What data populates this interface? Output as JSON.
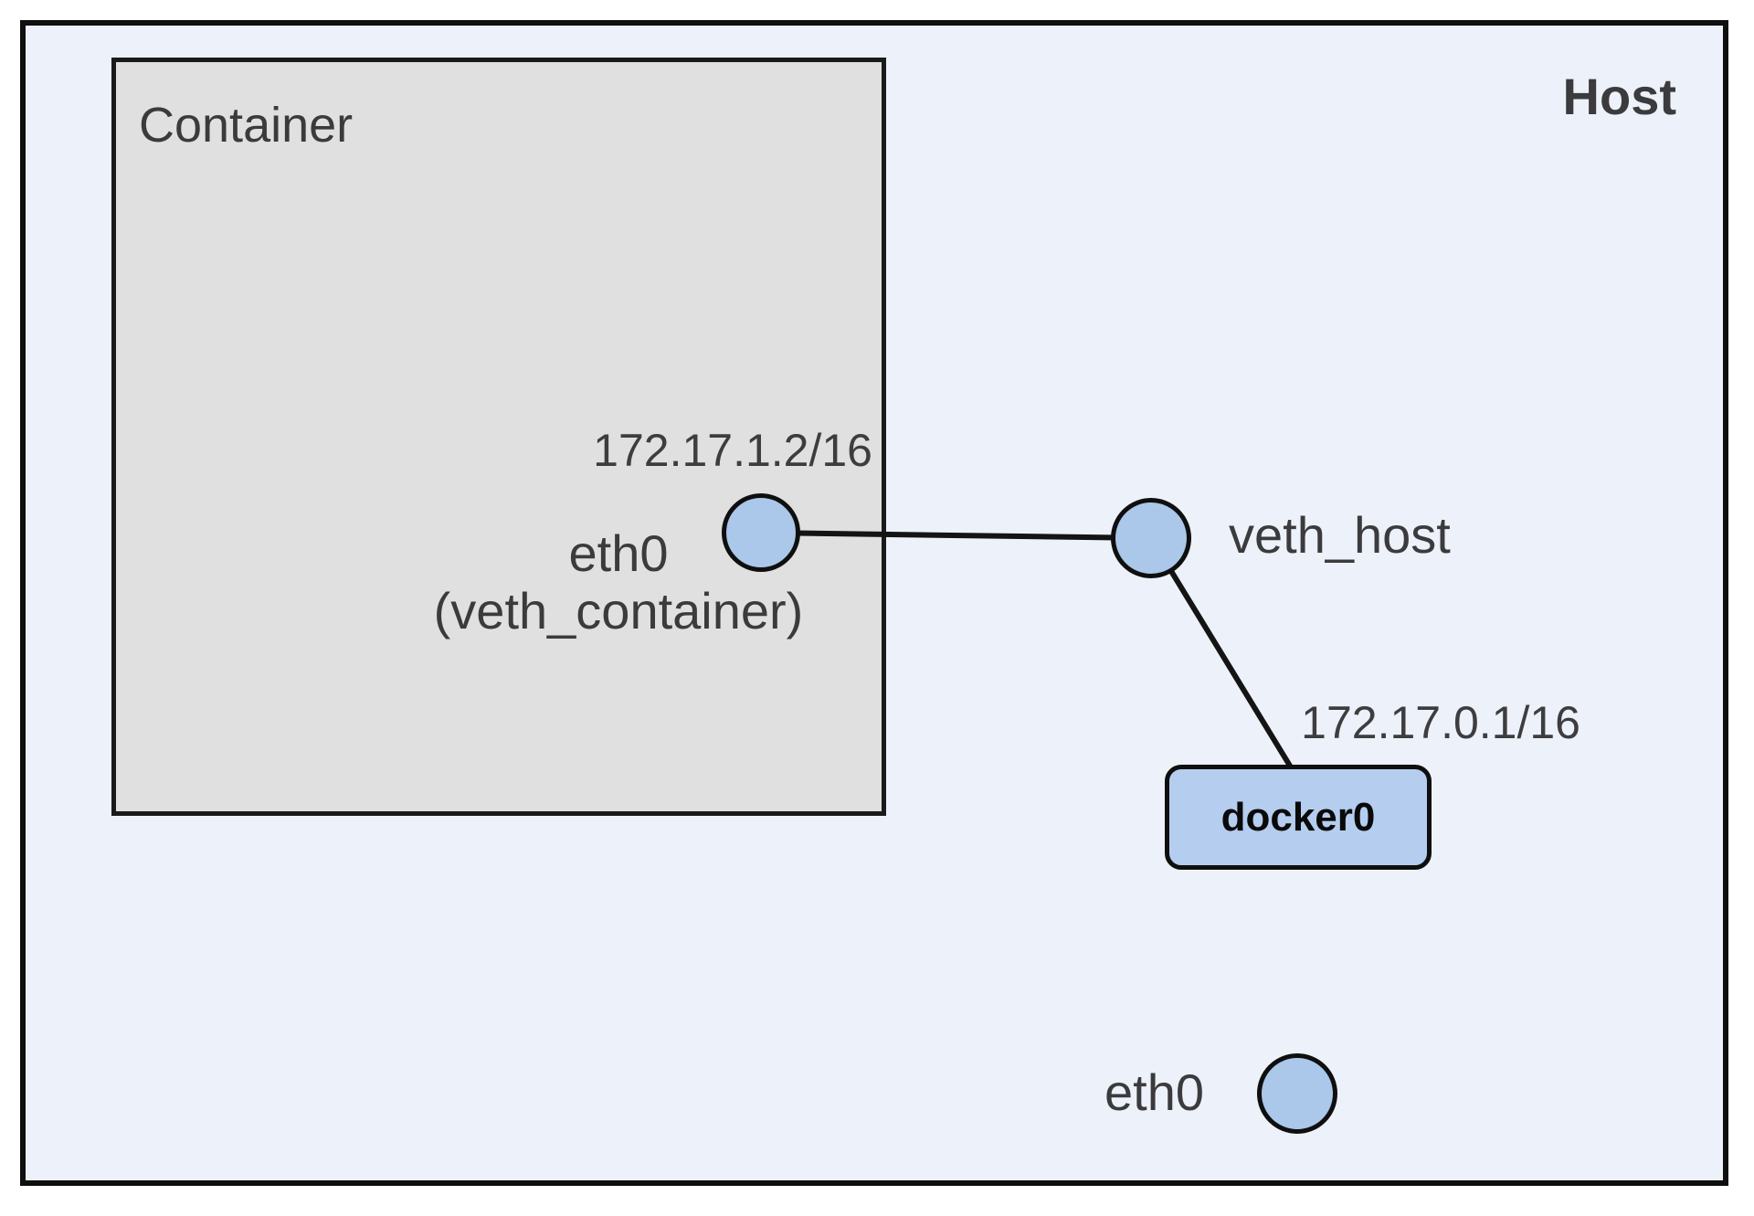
{
  "diagram": {
    "host": {
      "label": "Host"
    },
    "container": {
      "label": "Container"
    },
    "nodes": {
      "veth_container": {
        "label": "eth0",
        "sublabel": "(veth_container)",
        "ip": "172.17.1.2/16",
        "type": "interface"
      },
      "veth_host": {
        "label": "veth_host",
        "type": "interface"
      },
      "docker0": {
        "label": "docker0",
        "ip": "172.17.0.1/16",
        "type": "bridge"
      },
      "host_eth0": {
        "label": "eth0",
        "type": "interface"
      }
    },
    "edges": [
      {
        "from": "veth_container",
        "to": "veth_host"
      },
      {
        "from": "veth_host",
        "to": "docker0"
      }
    ],
    "colors": {
      "host_bg": "#edf1f9",
      "container_bg": "#e0e0e0",
      "node_fill": "#abc7ea",
      "bridge_fill": "#b5cdef",
      "stroke": "#141414",
      "text": "#3b3b3d"
    }
  }
}
